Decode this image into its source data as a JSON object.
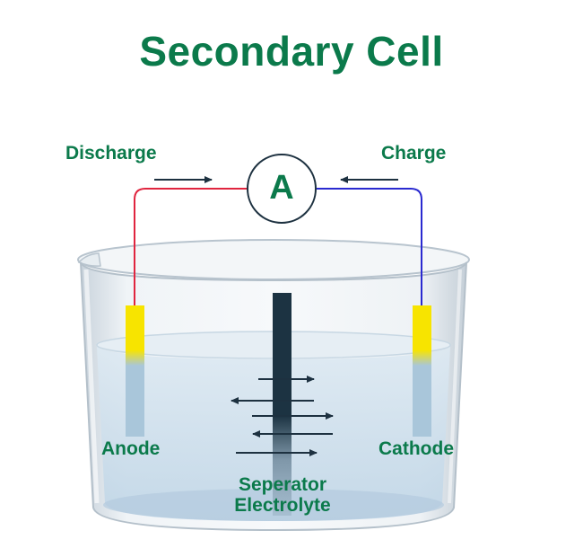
{
  "title": "Secondary Cell",
  "labels": {
    "discharge": "Discharge",
    "charge": "Charge",
    "ammeter": "A",
    "anode": "Anode",
    "cathode": "Cathode",
    "separator": "Seperator",
    "electrolyte": "Electrolyte"
  },
  "colors": {
    "title": "#0b7a4b",
    "label": "#0b7a4b",
    "arrow": "#1d3140",
    "wire_anode": "#e0253f",
    "wire_cathode": "#2a2ad0",
    "electrode_top": "#f7e400",
    "electrode_bottom": "#a9c6da",
    "separator": "#1c3342",
    "beaker_glass": "#dfe6ec",
    "liquid": "#cfe2ef"
  }
}
